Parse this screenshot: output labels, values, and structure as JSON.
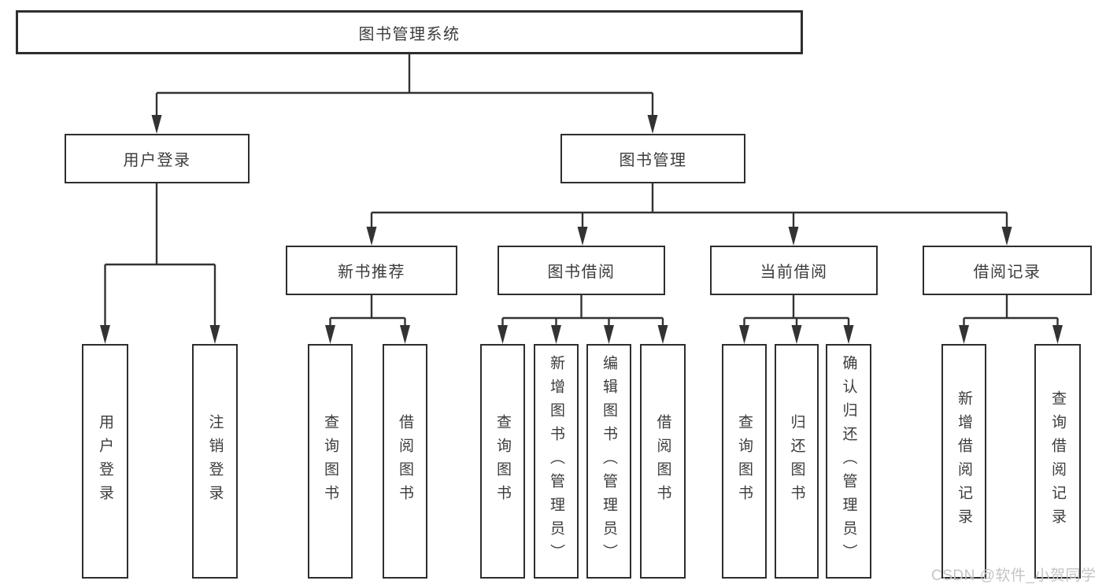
{
  "colors": {
    "line": "#333333",
    "box_border": "#2e2e2e",
    "box_background": "#ffffff",
    "text": "#3c3c3c",
    "watermark": "#c4c4c4"
  },
  "watermark": {
    "text": "CSDN @软件_小贺同学"
  },
  "tree": {
    "root": {
      "label": "图书管理系统"
    },
    "level2": {
      "user_login": {
        "label": "用户登录"
      },
      "book_mgmt": {
        "label": "图书管理"
      }
    },
    "level3": {
      "new_book_rec": {
        "label": "新书推荐"
      },
      "book_borrow": {
        "label": "图书借阅"
      },
      "current_borrow": {
        "label": "当前借阅"
      },
      "borrow_records": {
        "label": "借阅记录"
      }
    },
    "leaves": {
      "user_login": [
        {
          "label": "用户登录"
        },
        {
          "label": "注销登录"
        }
      ],
      "new_book_rec": [
        {
          "label": "查询图书"
        },
        {
          "label": "借阅图书"
        }
      ],
      "book_borrow": [
        {
          "label": "查询图书"
        },
        {
          "label": "新增图书（管理员）"
        },
        {
          "label": "编辑图书（管理员）"
        },
        {
          "label": "借阅图书"
        }
      ],
      "current_borrow": [
        {
          "label": "查询图书"
        },
        {
          "label": "归还图书"
        },
        {
          "label": "确认归还（管理员）"
        }
      ],
      "borrow_records": [
        {
          "label": "新增借阅记录"
        },
        {
          "label": "查询借阅记录"
        }
      ]
    }
  }
}
